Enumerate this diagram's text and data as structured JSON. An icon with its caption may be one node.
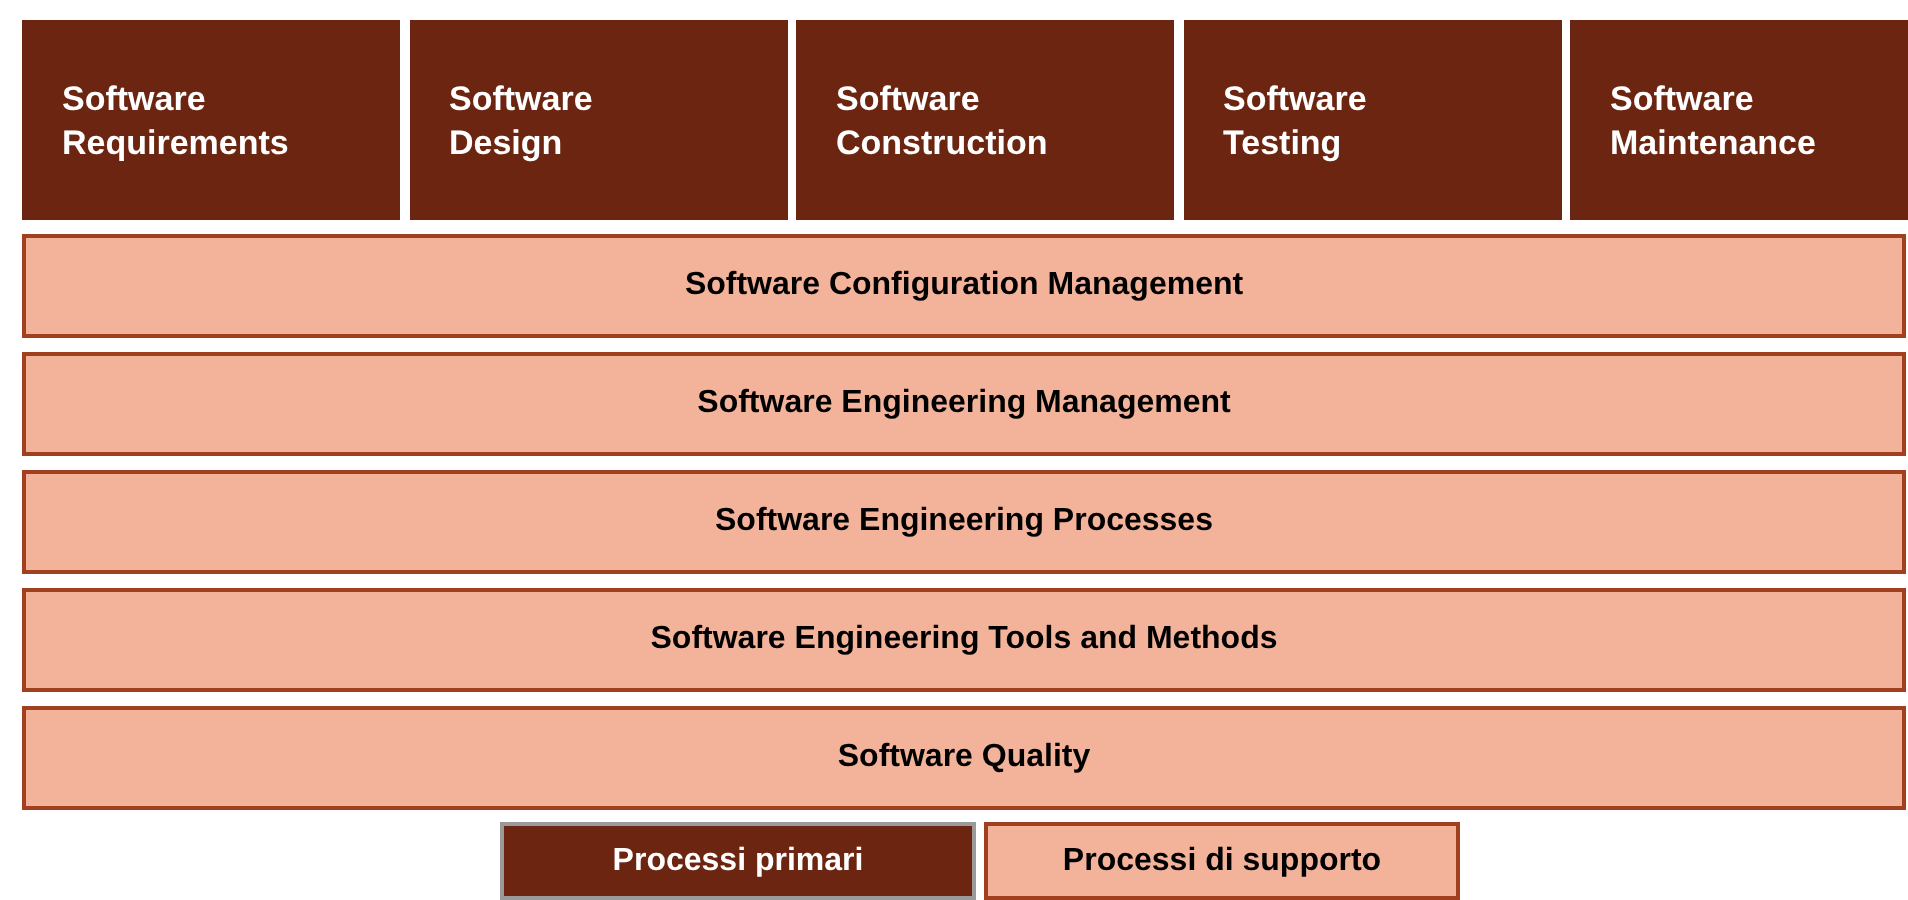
{
  "diagram": {
    "nodes": [
      {
        "text": [
          "Software Requirements"
        ]
      },
      {
        "text": [
          "Software Design"
        ]
      },
      {
        "text": [
          "Software Construction"
        ]
      },
      {
        "text": [
          "Software Testing"
        ]
      },
      {
        "text": [
          "Software Maintenance"
        ]
      },
      {
        "text": [
          "Software Configuration Management"
        ]
      },
      {
        "text": [
          "Software Engineering Management"
        ]
      },
      {
        "text": [
          "Software Engineering Processes"
        ]
      },
      {
        "text": [
          "Software Engineering Tools and Methods"
        ]
      },
      {
        "text": [
          "Software Quality"
        ]
      }
    ],
    "legend": [
      {
        "text": "Processi primari",
        "color": "#6b2510"
      },
      {
        "text": "Processi di supporto",
        "color": "#f2b39a"
      }
    ]
  }
}
